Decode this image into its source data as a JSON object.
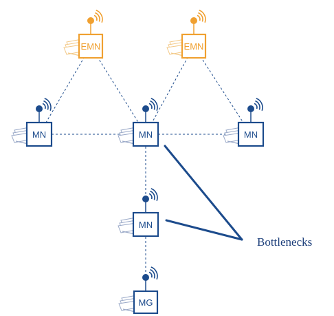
{
  "colors": {
    "blue": "#1c4b8c",
    "orange": "#f0a030",
    "stack_blue": "#9aa9c8",
    "stack_orange": "#f3c987"
  },
  "nodes": [
    {
      "id": "emn-left",
      "label": "EMN",
      "kind": "emn"
    },
    {
      "id": "emn-right",
      "label": "EMN",
      "kind": "emn"
    },
    {
      "id": "mn-left",
      "label": "MN",
      "kind": "mn"
    },
    {
      "id": "mn-center",
      "label": "MN",
      "kind": "mn"
    },
    {
      "id": "mn-right",
      "label": "MN",
      "kind": "mn"
    },
    {
      "id": "mn-lower",
      "label": "MN",
      "kind": "mn"
    },
    {
      "id": "mg-bottom",
      "label": "MG",
      "kind": "mg"
    }
  ],
  "links": [
    [
      "emn-left",
      "mn-left"
    ],
    [
      "emn-left",
      "mn-center"
    ],
    [
      "emn-right",
      "mn-center"
    ],
    [
      "emn-right",
      "mn-right"
    ],
    [
      "mn-left",
      "mn-center"
    ],
    [
      "mn-center",
      "mn-right"
    ],
    [
      "mn-center",
      "mn-lower"
    ],
    [
      "mn-lower",
      "mg-bottom"
    ]
  ],
  "callout": {
    "text": "Bottlenecks",
    "targets": [
      "mn-center",
      "mn-lower"
    ]
  }
}
